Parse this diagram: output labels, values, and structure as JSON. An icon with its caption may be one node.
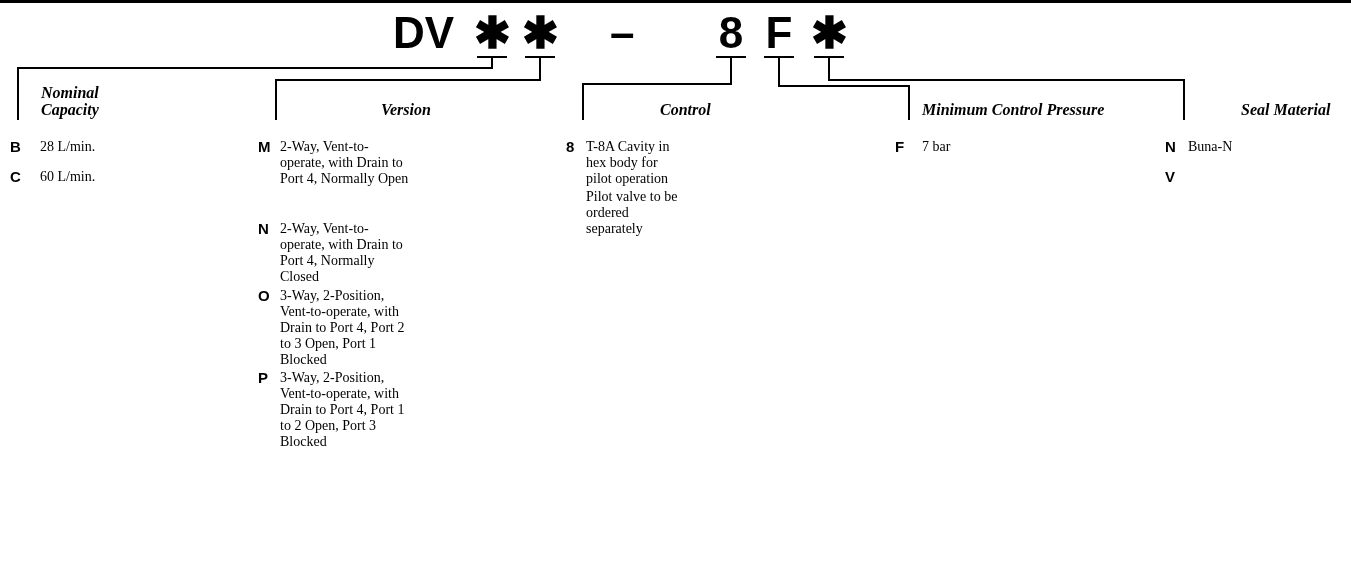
{
  "diagram": {
    "nodes": [
      {
        "text": [
          "DV"
        ]
      },
      {
        "text": [
          "✱"
        ]
      },
      {
        "text": [
          "✱"
        ]
      },
      {
        "text": [
          "–"
        ]
      },
      {
        "text": [
          "8"
        ]
      },
      {
        "text": [
          "F"
        ]
      },
      {
        "text": [
          "✱"
        ]
      },
      {
        "text": [
          "Nominal Capacity"
        ]
      },
      {
        "text": [
          "Version"
        ]
      },
      {
        "text": [
          "Control"
        ]
      },
      {
        "text": [
          "Minimum Control Pressure"
        ]
      },
      {
        "text": [
          "Seal Material"
        ]
      }
    ],
    "edges": [
      {
        "from": 1,
        "to": 7,
        "arrow": "none"
      },
      {
        "from": 2,
        "to": 8,
        "arrow": "none"
      },
      {
        "from": 4,
        "to": 9,
        "arrow": "none"
      },
      {
        "from": 5,
        "to": 10,
        "arrow": "none"
      },
      {
        "from": 6,
        "to": 11,
        "arrow": "none"
      }
    ],
    "labels": [
      "B",
      "28 L/min.",
      "C",
      "60 L/min.",
      "M",
      "2-Way, Vent-to-operate, with Drain to Port 4, Normally Open",
      "N",
      "2-Way, Vent-to-operate, with Drain to Port 4, Normally Closed",
      "O",
      "3-Way, 2-Position, Vent-to-operate, with Drain to Port 4, Port 2 to 3 Open, Port 1 Blocked",
      "P",
      "3-Way, 2-Position, Vent-to-operate, with Drain to Port 4, Port 1 to 2 Open, Port 3 Blocked",
      "8",
      "T-8A Cavity in hex body for pilot operation",
      "Pilot valve to be ordered separately",
      "F",
      "7 bar",
      "N",
      "Buna-N",
      "V"
    ]
  }
}
